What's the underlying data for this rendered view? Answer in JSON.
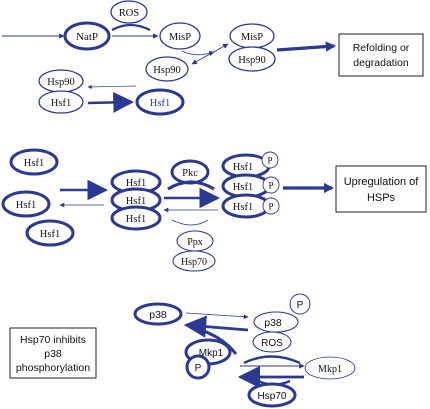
{
  "colors": {
    "accent": "#2b3990",
    "text": "#111111",
    "box_border": "#222222"
  },
  "panel1": {
    "natp": "NatP",
    "ros": "ROS",
    "misp": "MisP",
    "hsp90_bind": "Hsp90",
    "complex_misp": "MisP",
    "complex_hsp90": "Hsp90",
    "outcome_line1": "Refolding or",
    "outcome_line2": "degradation",
    "hsp90": "Hsp90",
    "hsf1_bound": "Hsf1",
    "hsf1_free": "Hsf1"
  },
  "panel2": {
    "hsf1_a": "Hsf1",
    "hsf1_b": "Hsf1",
    "hsf1_c": "Hsf1",
    "trimer_1": "Hsf1",
    "trimer_2": "Hsf1",
    "trimer_3": "Hsf1",
    "pkc": "Pkc",
    "ppx": "Ppx",
    "hsp70": "Hsp70",
    "phos_1": "Hsf1",
    "phos_2": "Hsf1",
    "phos_3": "Hsf1",
    "p_label": "P",
    "outcome_line1": "Upregulation of",
    "outcome_line2": "HSPs"
  },
  "panel3": {
    "p38": "p38",
    "p38_phos": "p38",
    "p_label": "P",
    "mkp1_bound": "Mkp1",
    "mkp1_p": "P",
    "ros": "ROS",
    "mkp1_free": "Mkp1",
    "hsp70": "Hsp70",
    "note_line1": "Hsp70 inhibits",
    "note_line2": "p38",
    "note_line3": "phosphorylation"
  }
}
